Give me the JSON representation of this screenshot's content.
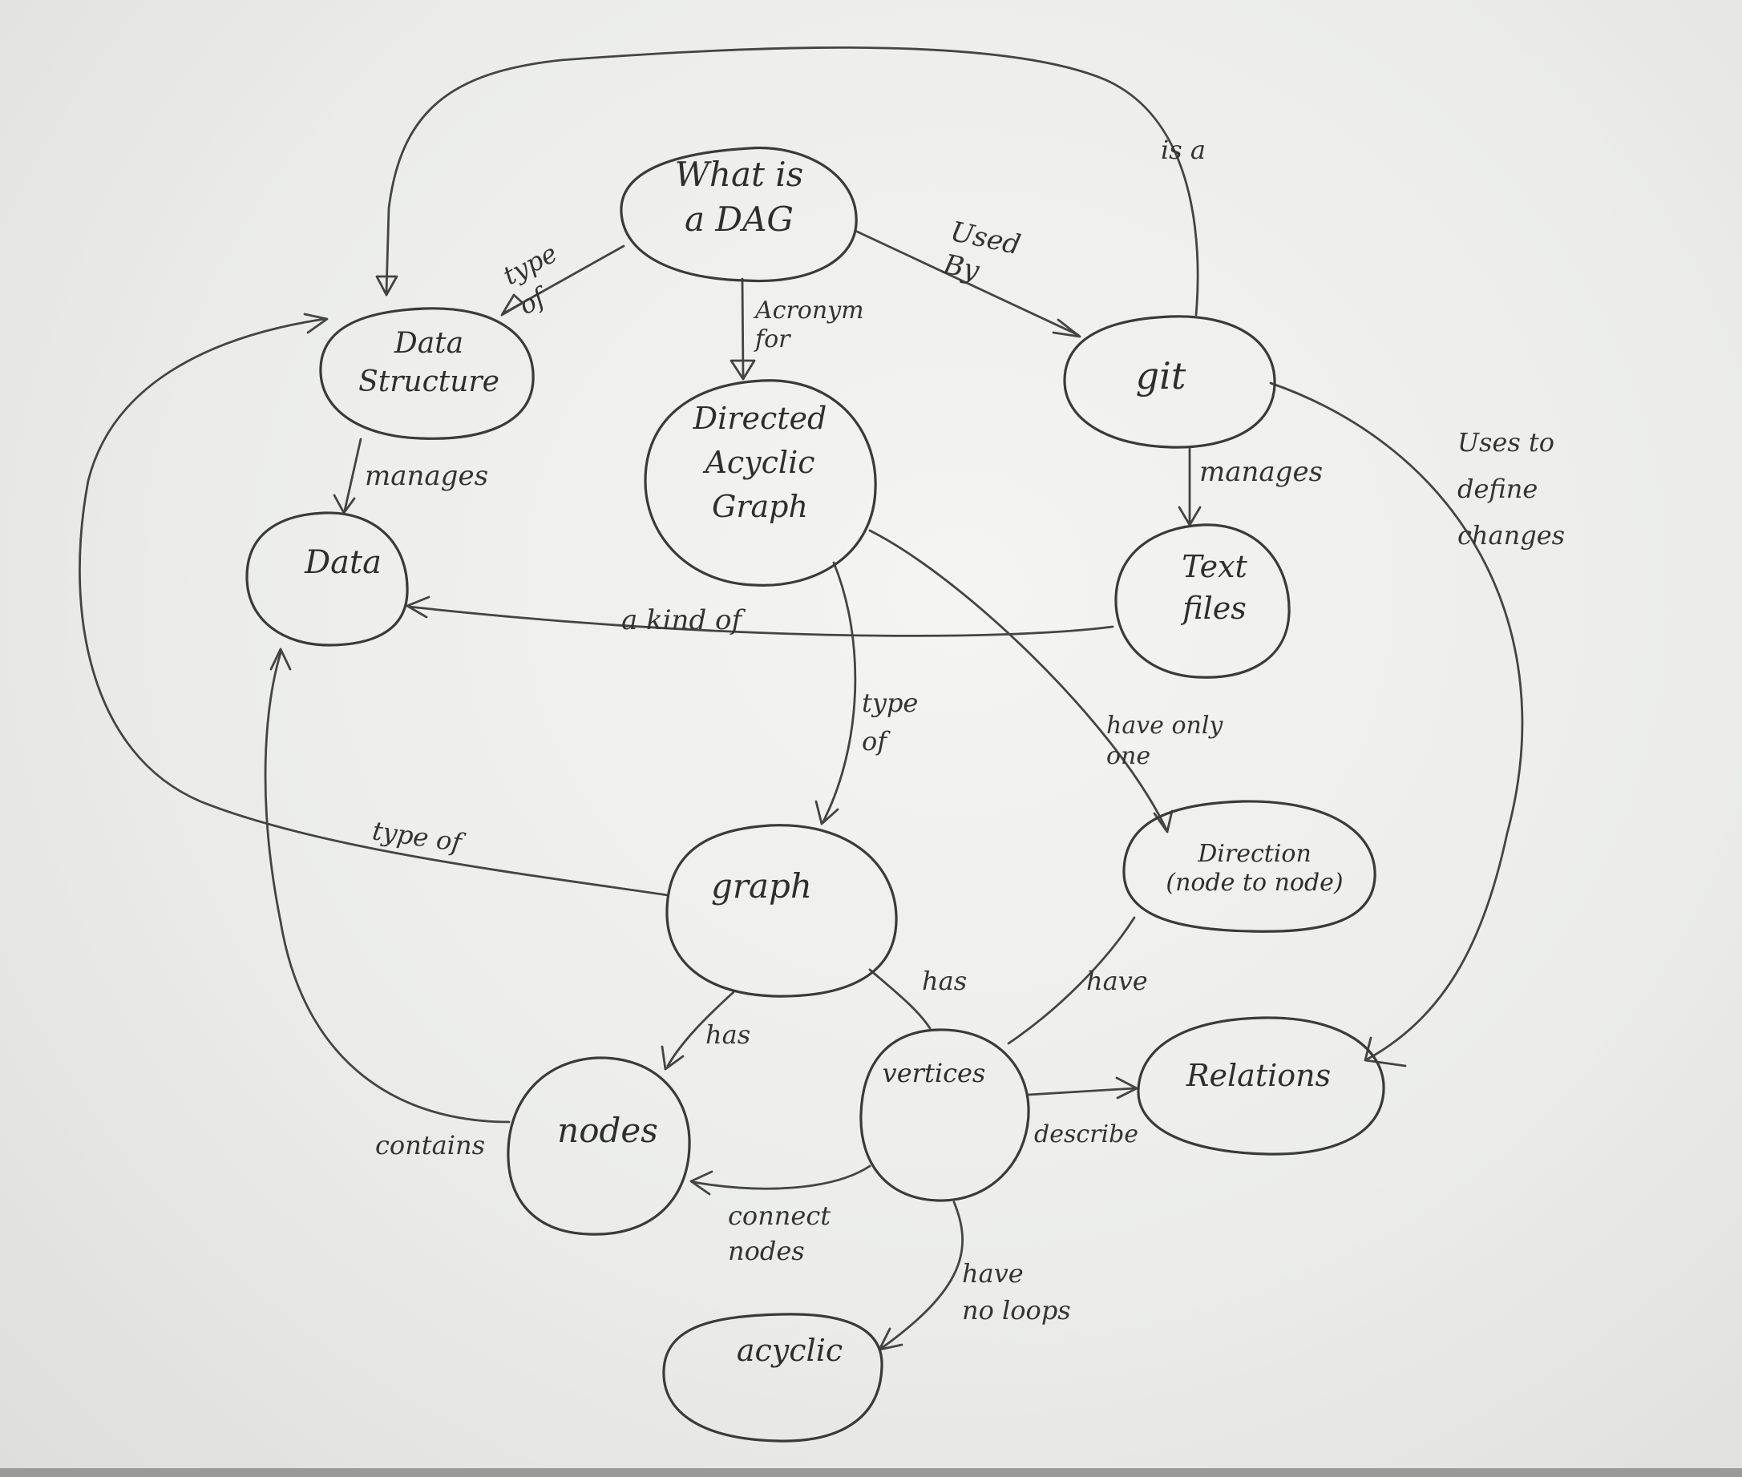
{
  "nodes": {
    "dag": "What is\na DAG",
    "data_structure": "Data\nStructure",
    "directed_acyclic_graph": "Directed\nAcyclic\nGraph",
    "git": "git",
    "data": "Data",
    "text_files": "Text\nfiles",
    "graph": "graph",
    "direction": "Direction\n(node to node)",
    "nodes": "nodes",
    "vertices": "vertices",
    "relations": "Relations",
    "acyclic": "acyclic"
  },
  "edges": {
    "is_a": "is a",
    "type_of_dag_ds": "type\nof",
    "acronym_for": "Acronym\nfor",
    "used_by": "Used\nBy",
    "ds_manages": "manages",
    "git_manages": "manages",
    "uses_to_define_changes": "Uses to\ndefine\nchanges",
    "a_kind_of": "a kind of",
    "type_of_dag_graph": "type\nof",
    "have_only_one": "have only\none",
    "type_of_graph_ds": "type of",
    "has_vertices": "has",
    "has_nodes": "has",
    "have": "have",
    "describe": "describe",
    "contains": "contains",
    "connect_nodes": "connect\nnodes",
    "have_no_loops": "have\nno loops"
  }
}
